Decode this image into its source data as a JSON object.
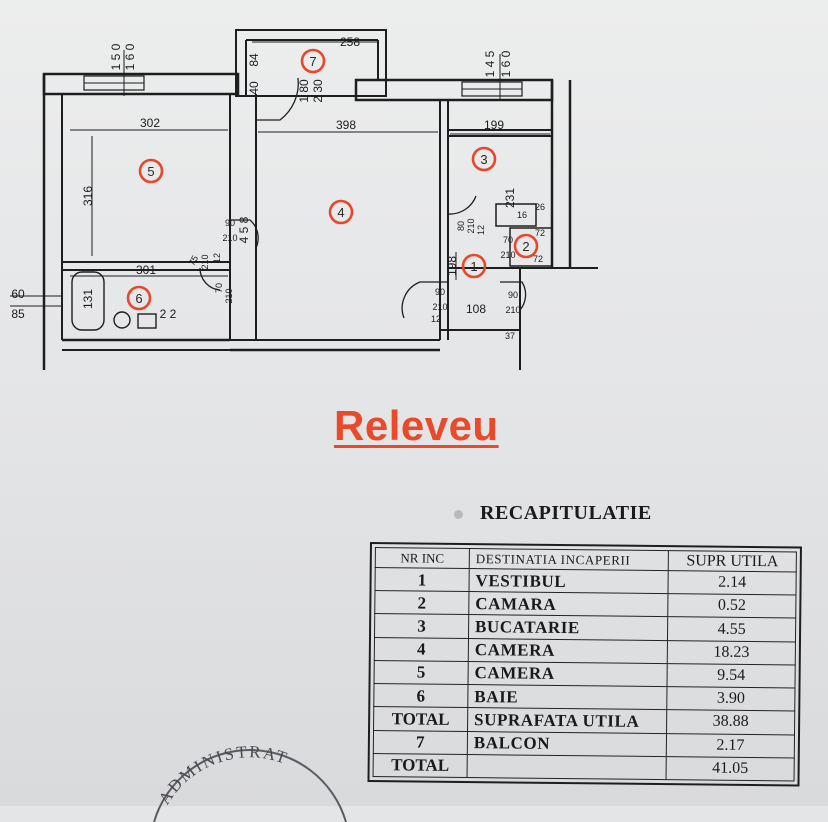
{
  "plan": {
    "rooms": [
      {
        "num": "1"
      },
      {
        "num": "2"
      },
      {
        "num": "3"
      },
      {
        "num": "4"
      },
      {
        "num": "5"
      },
      {
        "num": "6"
      },
      {
        "num": "7"
      }
    ],
    "dimensions": {
      "d302": "302",
      "d316": "316",
      "d398": "398",
      "d199": "199",
      "d258": "258",
      "d84": "84",
      "d40": "40",
      "d180": "1 80",
      "d230": "2 30",
      "d150": "1 5 0",
      "d160a": "1 6 0",
      "d145": "1 4 5",
      "d160b": "1 6 0",
      "d231": "231",
      "d26": "26",
      "d16": "16",
      "d90a": "90",
      "d210a": "210",
      "d458": "4 5 8",
      "d80": "80",
      "d210b": "210",
      "d12a": "12",
      "d70": "70",
      "d210c": "210",
      "d72a": "72",
      "d72b": "72",
      "d198": "198",
      "d301": "301",
      "d75": "75",
      "d210d": "210",
      "d12b": "12",
      "d70b": "70",
      "d210e": "210",
      "d131": "131",
      "d60": "60",
      "d85": "85",
      "d22": "2 2",
      "d90b": "90",
      "d210f": "210",
      "d12c": "12",
      "d108": "108",
      "d90c": "90",
      "d210g": "210",
      "d37": "37"
    }
  },
  "title": "Releveu",
  "recap": {
    "title": "RECAPITULATIE",
    "headers": [
      "NR INC",
      "DESTINATIA INCAPERII",
      "SUPR UTILA"
    ],
    "rows": [
      [
        "1",
        "VESTIBUL",
        "2.14"
      ],
      [
        "2",
        "CAMARA",
        "0.52"
      ],
      [
        "3",
        "BUCATARIE",
        "4.55"
      ],
      [
        "4",
        "CAMERA",
        "18.23"
      ],
      [
        "5",
        "CAMERA",
        "9.54"
      ],
      [
        "6",
        "BAIE",
        "3.90"
      ],
      [
        "TOTAL",
        "SUPRAFATA UTILA",
        "38.88"
      ],
      [
        "7",
        "BALCON",
        "2.17"
      ],
      [
        "TOTAL",
        "",
        "41.05"
      ]
    ]
  },
  "stamp_text": "ADMINISTRAT",
  "colors": {
    "accent": "#ea4a2a",
    "ink": "#1c1c1c",
    "paper": "#e4e5e7"
  }
}
